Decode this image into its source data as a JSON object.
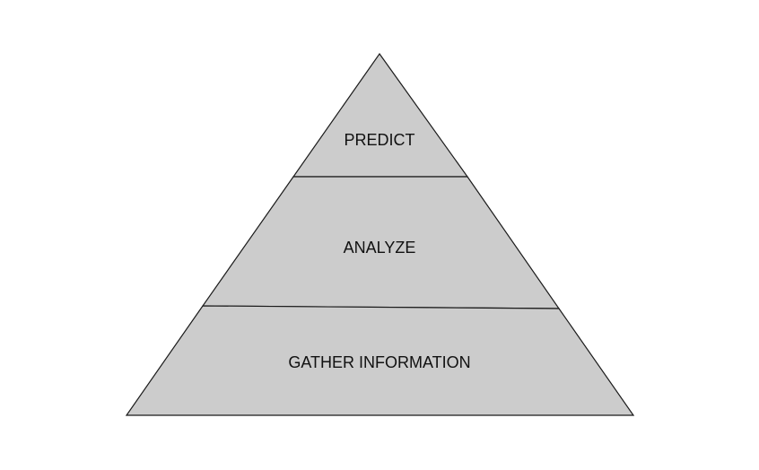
{
  "diagram": {
    "type": "pyramid",
    "fill_color": "#cccccc",
    "stroke_color": "#1a1a1a",
    "levels": [
      {
        "label": "PREDICT"
      },
      {
        "label": "ANALYZE"
      },
      {
        "label": "GATHER INFORMATION"
      }
    ]
  }
}
